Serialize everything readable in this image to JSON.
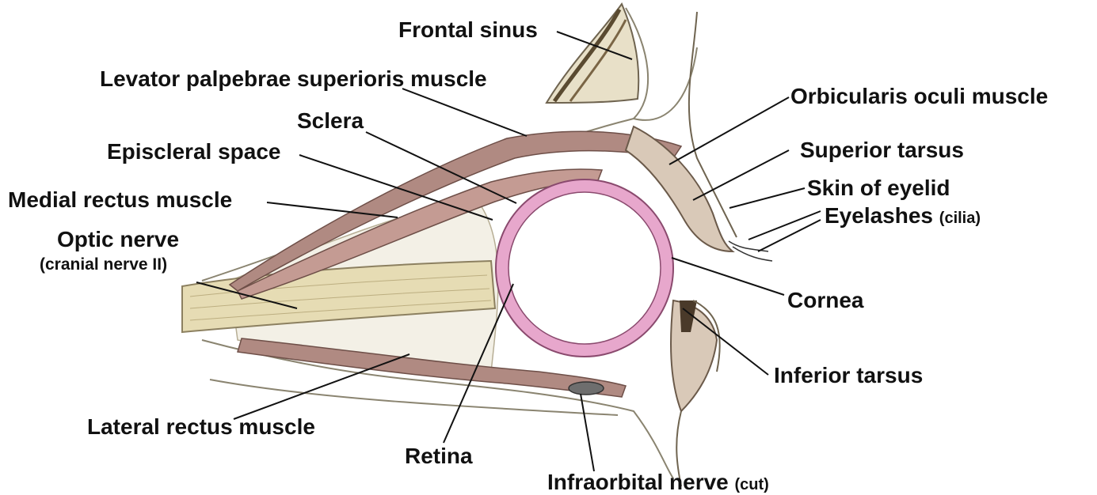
{
  "labels": {
    "frontal_sinus": "Frontal sinus",
    "levator": "Levator palpebrae superioris muscle",
    "sclera": "Sclera",
    "episcleral": "Episcleral space",
    "medial_rectus": "Medial rectus muscle",
    "optic_nerve": "Optic nerve",
    "optic_nerve_sub": "(cranial nerve II)",
    "orbicularis": "Orbicularis oculi muscle",
    "superior_tarsus": "Superior tarsus",
    "skin_eyelid": "Skin of eyelid",
    "eyelashes": "Eyelashes",
    "eyelashes_sub": "(cilia)",
    "cornea": "Cornea",
    "inferior_tarsus": "Inferior tarsus",
    "lateral_rectus": "Lateral rectus muscle",
    "retina": "Retina",
    "infraorbital": "Infraorbital nerve",
    "infraorbital_sub": "(cut)"
  },
  "colors": {
    "eyeball_ring": "#e7a7cc",
    "muscle": "#b08a82",
    "nerve": "#e6dcb4",
    "ink": "#111111"
  }
}
